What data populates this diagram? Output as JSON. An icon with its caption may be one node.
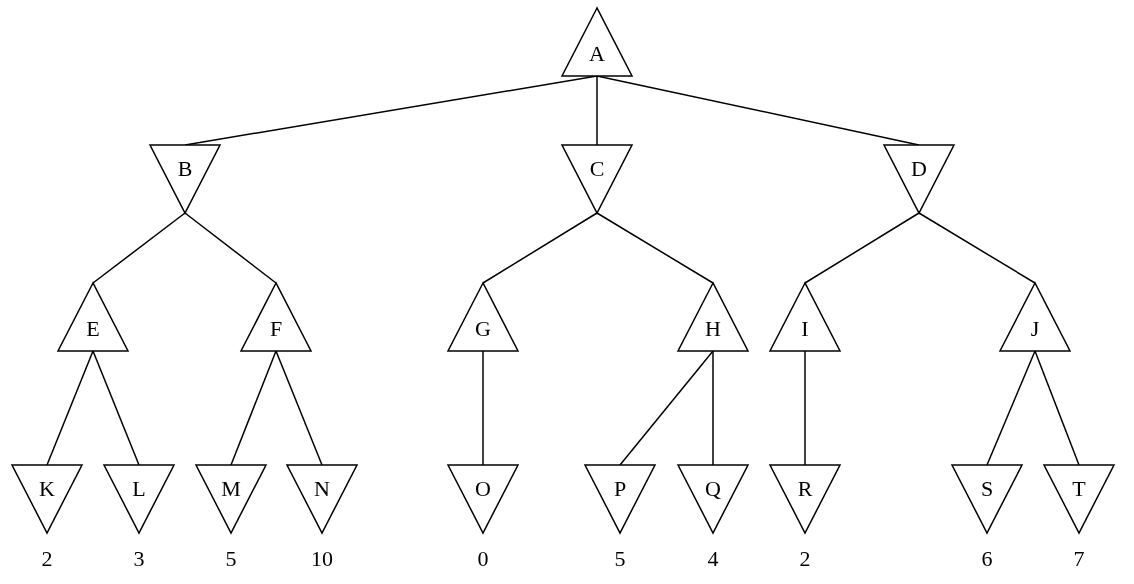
{
  "diagram": {
    "nodes": [
      {
        "text": [
          "A"
        ]
      },
      {
        "text": [
          "B"
        ]
      },
      {
        "text": [
          "C"
        ]
      },
      {
        "text": [
          "D"
        ]
      },
      {
        "text": [
          "E"
        ]
      },
      {
        "text": [
          "F"
        ]
      },
      {
        "text": [
          "G"
        ]
      },
      {
        "text": [
          "H"
        ]
      },
      {
        "text": [
          "I"
        ]
      },
      {
        "text": [
          "J"
        ]
      },
      {
        "text": [
          "K"
        ],
        "beside": [
          "2"
        ]
      },
      {
        "text": [
          "L"
        ],
        "beside": [
          "3"
        ]
      },
      {
        "text": [
          "M"
        ],
        "beside": [
          "5"
        ]
      },
      {
        "text": [
          "N"
        ],
        "beside": [
          "10"
        ]
      },
      {
        "text": [
          "O"
        ],
        "beside": [
          "0"
        ]
      },
      {
        "text": [
          "P"
        ],
        "beside": [
          "5"
        ]
      },
      {
        "text": [
          "Q"
        ],
        "beside": [
          "4"
        ]
      },
      {
        "text": [
          "R"
        ],
        "beside": [
          "2"
        ]
      },
      {
        "text": [
          "S"
        ],
        "beside": [
          "6"
        ]
      },
      {
        "text": [
          "T"
        ],
        "beside": [
          "7"
        ]
      }
    ],
    "edges": [
      {
        "from": 0,
        "to": 1,
        "arrow": "none"
      },
      {
        "from": 0,
        "to": 2,
        "arrow": "none"
      },
      {
        "from": 0,
        "to": 3,
        "arrow": "none"
      },
      {
        "from": 1,
        "to": 4,
        "arrow": "none"
      },
      {
        "from": 1,
        "to": 5,
        "arrow": "none"
      },
      {
        "from": 2,
        "to": 6,
        "arrow": "none"
      },
      {
        "from": 2,
        "to": 7,
        "arrow": "none"
      },
      {
        "from": 3,
        "to": 8,
        "arrow": "none"
      },
      {
        "from": 3,
        "to": 9,
        "arrow": "none"
      },
      {
        "from": 4,
        "to": 10,
        "arrow": "none"
      },
      {
        "from": 4,
        "to": 11,
        "arrow": "none"
      },
      {
        "from": 5,
        "to": 12,
        "arrow": "none"
      },
      {
        "from": 5,
        "to": 13,
        "arrow": "none"
      },
      {
        "from": 6,
        "to": 14,
        "arrow": "none"
      },
      {
        "from": 7,
        "to": 15,
        "arrow": "none"
      },
      {
        "from": 7,
        "to": 16,
        "arrow": "none"
      },
      {
        "from": 8,
        "to": 17,
        "arrow": "none"
      },
      {
        "from": 9,
        "to": 18,
        "arrow": "none"
      },
      {
        "from": 9,
        "to": 19,
        "arrow": "none"
      }
    ]
  }
}
